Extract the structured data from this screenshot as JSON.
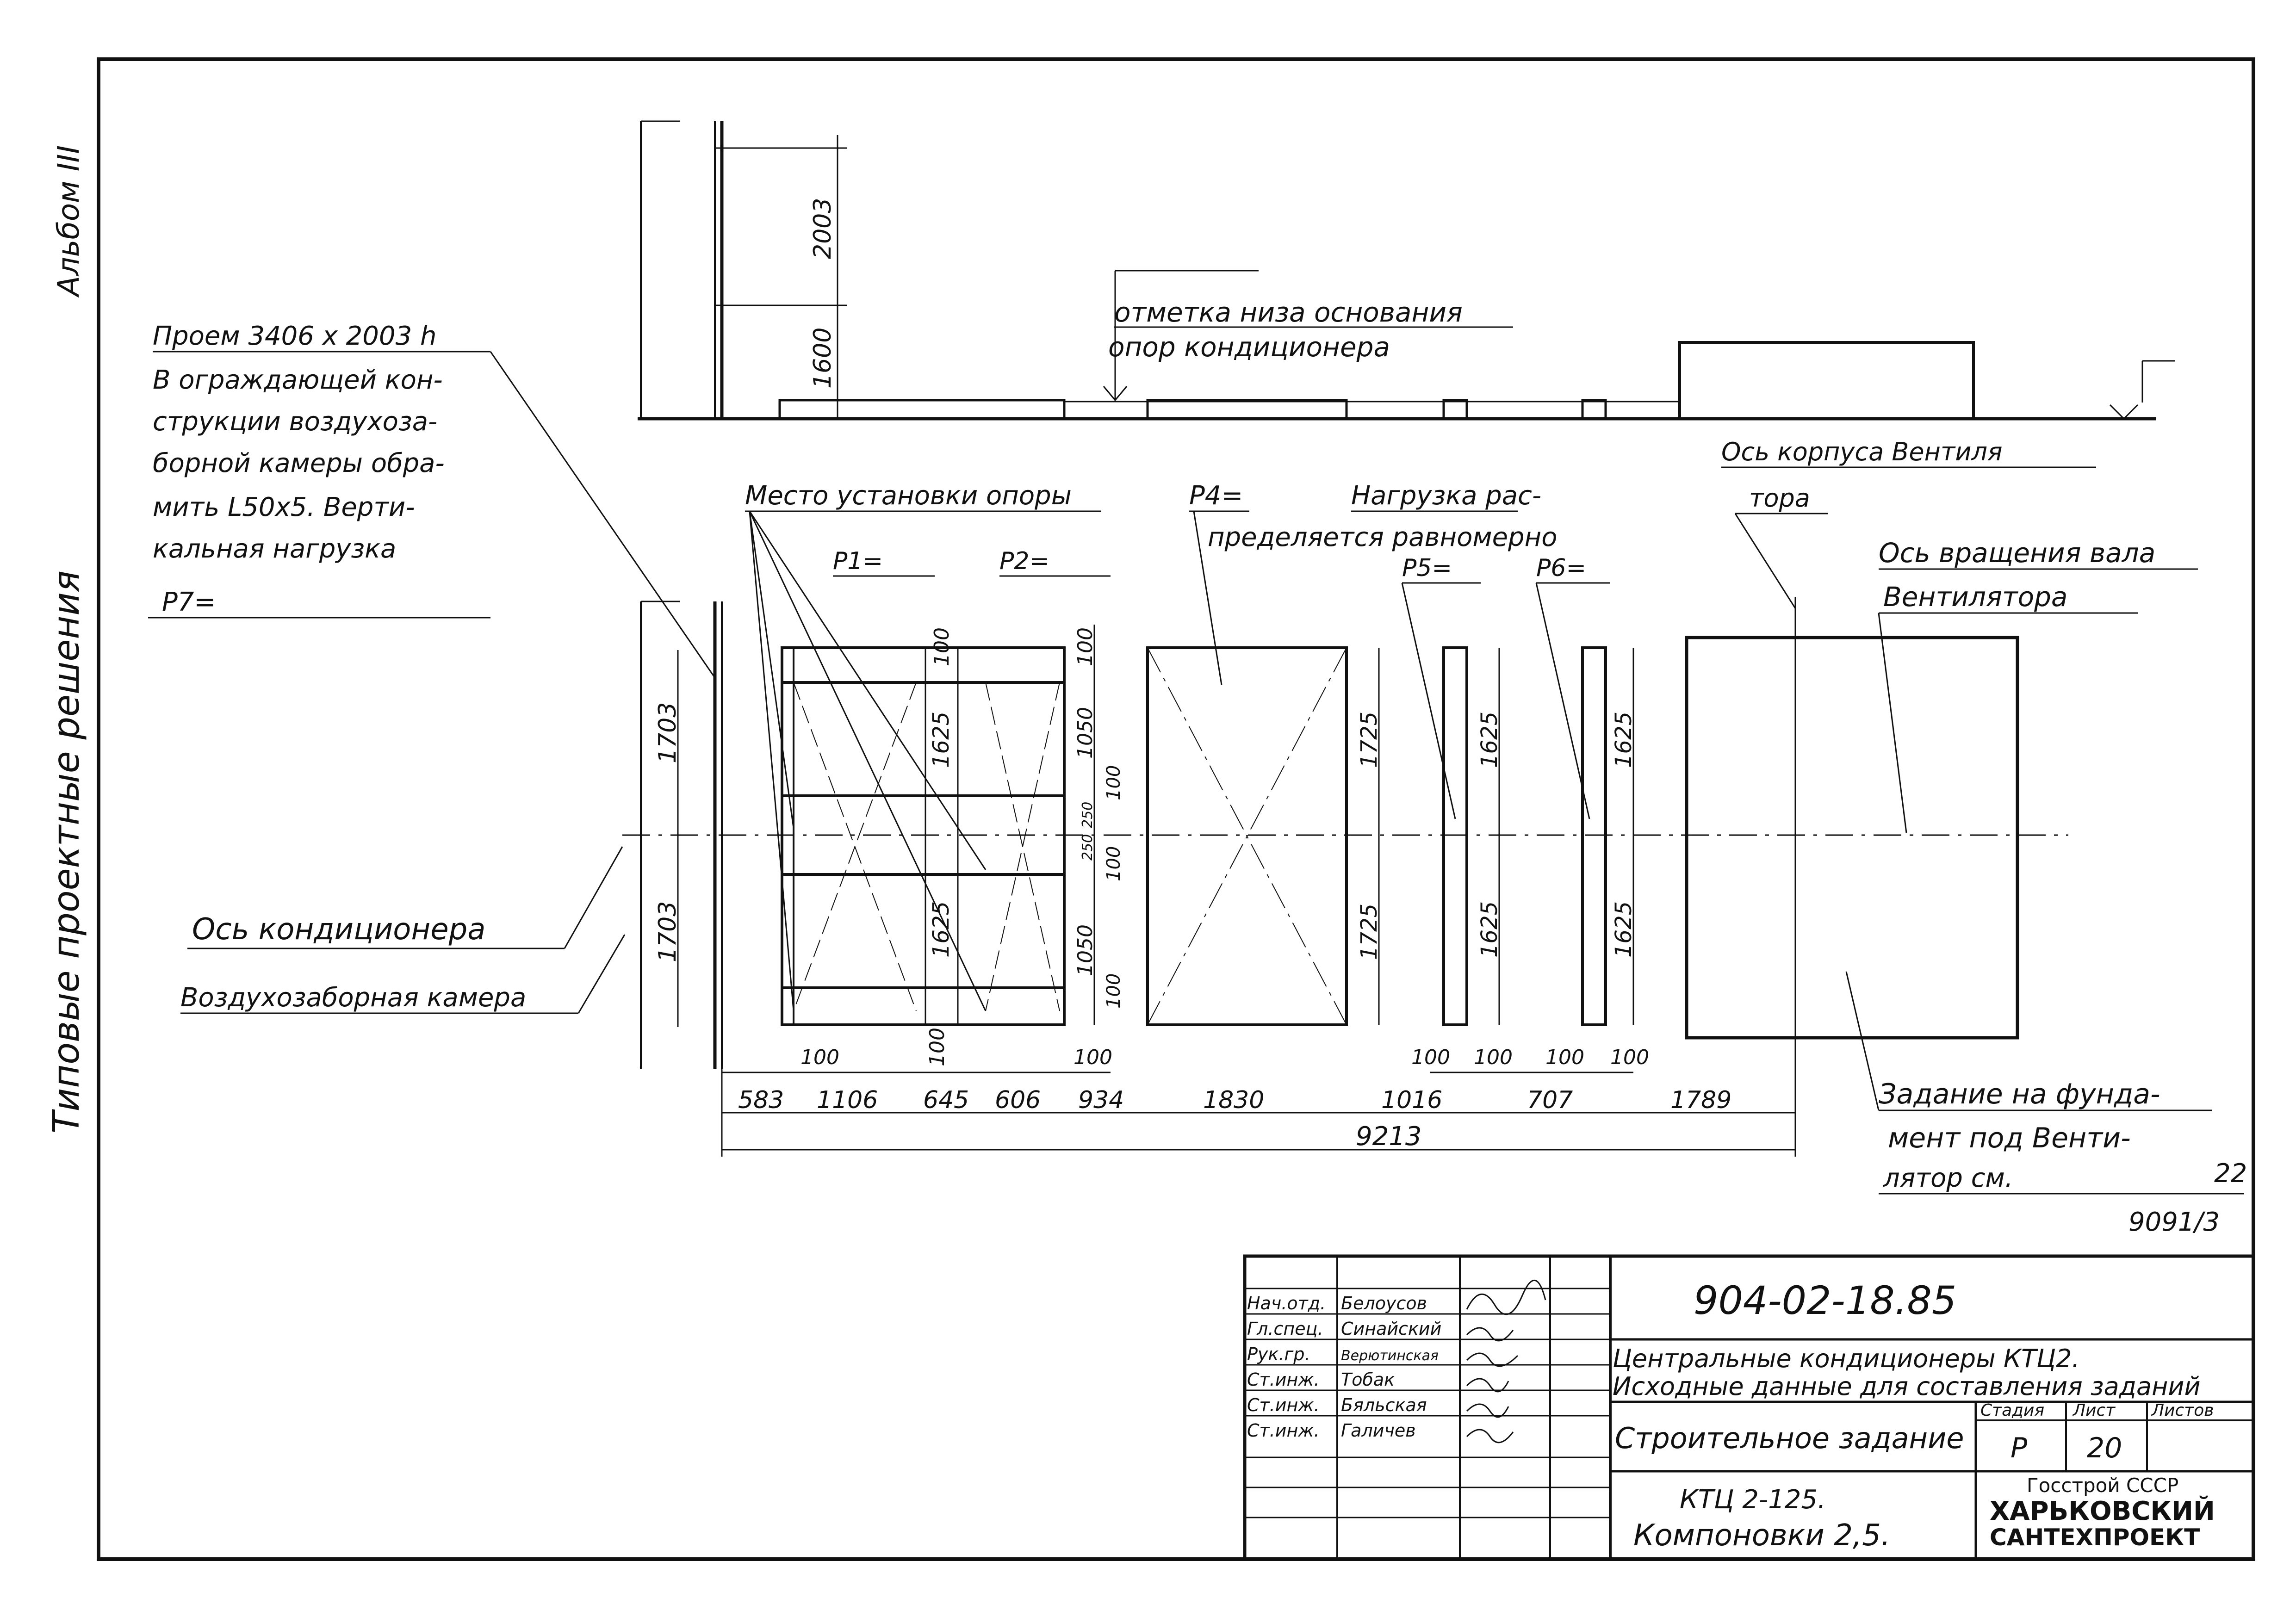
{
  "side": {
    "album": "Альбом III",
    "series": "Типовые проектные решения"
  },
  "elevation": {
    "dim_upper": "2003",
    "dim_lower": "1600",
    "note_line1": "отметка низа основания",
    "note_line2": "опор кондиционера"
  },
  "callouts": {
    "opening": [
      "Проем 3406 х 2003 h",
      "В ограждающей кон-",
      "струкции воздухоза-",
      "борной камеры обра-",
      "мить L50х5. Верти-",
      "кальная нагрузка",
      "P7="
    ],
    "support_place": "Место установки опоры",
    "p1": "P1=",
    "p2": "P2=",
    "p4": "P4=",
    "load_line1": "Нагрузка рас-",
    "load_line2": "пределяется равномерно",
    "p5": "P5=",
    "p6": "P6=",
    "fan_axis_line1": "Ось корпуса Вентиля",
    "fan_axis_line2": "тора",
    "shaft_axis_line1": "Ось вращения вала",
    "shaft_axis_line2": "Вентилятора",
    "conditioner_axis": "Ось кондиционера",
    "intake_chamber": "Воздухозаборная камера",
    "foundation_line1": "Задание на фунда-",
    "foundation_line2": "мент под Венти-",
    "foundation_line3": "лятор см.",
    "foundation_sheet": "22",
    "foundation_ref": "9091/3"
  },
  "dims": {
    "left_upper": "1703",
    "left_lower": "1703",
    "first_col_upper": "1625",
    "first_col_lower": "1625",
    "top_100": "100",
    "top_100b": "100",
    "sec2_1050a": "1050",
    "sec2_100a": "100",
    "sec2_250a": "250",
    "sec2_250b": "250",
    "sec2_100b": "100",
    "sec2_1050b": "1050",
    "sec2_100c": "100",
    "box_upper": "1725",
    "box_lower": "1725",
    "sec5_upper": "1625",
    "sec5_lower": "1625",
    "sec6_upper": "1625",
    "sec6_lower": "1625",
    "bottom_100s": [
      "100",
      "100",
      "100",
      "100",
      "100",
      "100",
      "100"
    ],
    "chain": [
      "583",
      "1106",
      "645",
      "606",
      "934",
      "1830",
      "1016",
      "707",
      "1789"
    ],
    "total": "9213"
  },
  "title_block": {
    "code": "904-02-18.85",
    "roles": [
      {
        "role": "Нач.отд.",
        "name": "Белоусов"
      },
      {
        "role": "Гл.спец.",
        "name": "Синайский"
      },
      {
        "role": "Рук.гр.",
        "name": "Верютинская"
      },
      {
        "role": "Ст.инж.",
        "name": "Тобак"
      },
      {
        "role": "Ст.инж.",
        "name": "Бяльская"
      },
      {
        "role": "Ст.инж.",
        "name": "Галичев"
      }
    ],
    "title_line1": "Центральные кондиционеры КТЦ2.",
    "title_line2": "Исходные данные для составления заданий",
    "sheet_title": "Строительное задание",
    "stage_label": "Стадия",
    "sheet_label": "Лист",
    "sheets_label": "Листов",
    "stage": "Р",
    "sheet": "20",
    "subtitle_line1": "КТЦ 2-125.",
    "subtitle_line2": "Компоновки 2,5.",
    "org_line1": "Госстрой СССР",
    "org_line2": "ХАРЬКОВСКИЙ",
    "org_line3": "САНТЕХПРОЕКТ"
  }
}
